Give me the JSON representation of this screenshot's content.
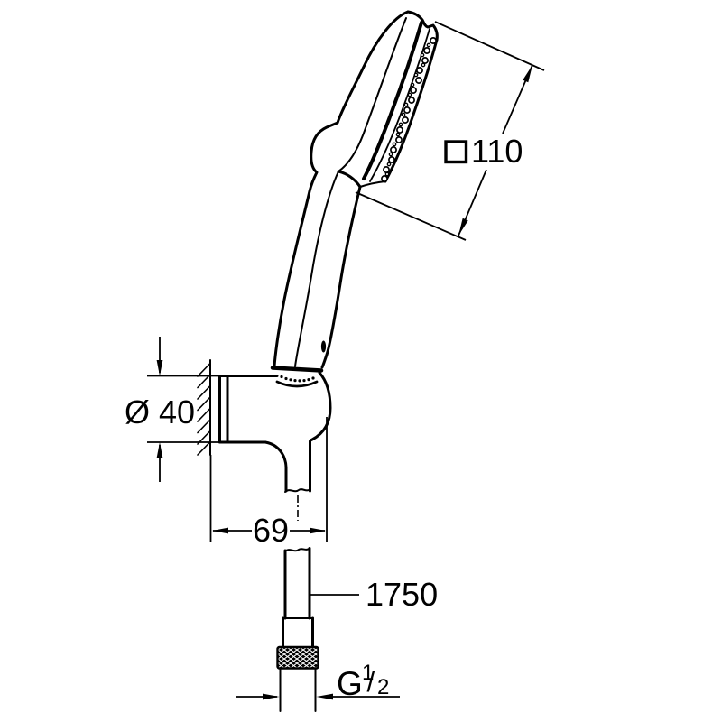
{
  "drawing": {
    "subject": "hand-shower-with-wall-holder-and-hose-dimensional-drawing",
    "colors": {
      "background": "#ffffff",
      "line": "#000000"
    },
    "labels": {
      "face_size": "110",
      "face_size_symbol": "square-symbol",
      "plate_diameter": "Ø 40",
      "holder_depth": "69",
      "hose_length": "1750",
      "thread": {
        "prefix": "G",
        "numerator": "1",
        "separator": "/",
        "denominator": "2"
      }
    }
  }
}
